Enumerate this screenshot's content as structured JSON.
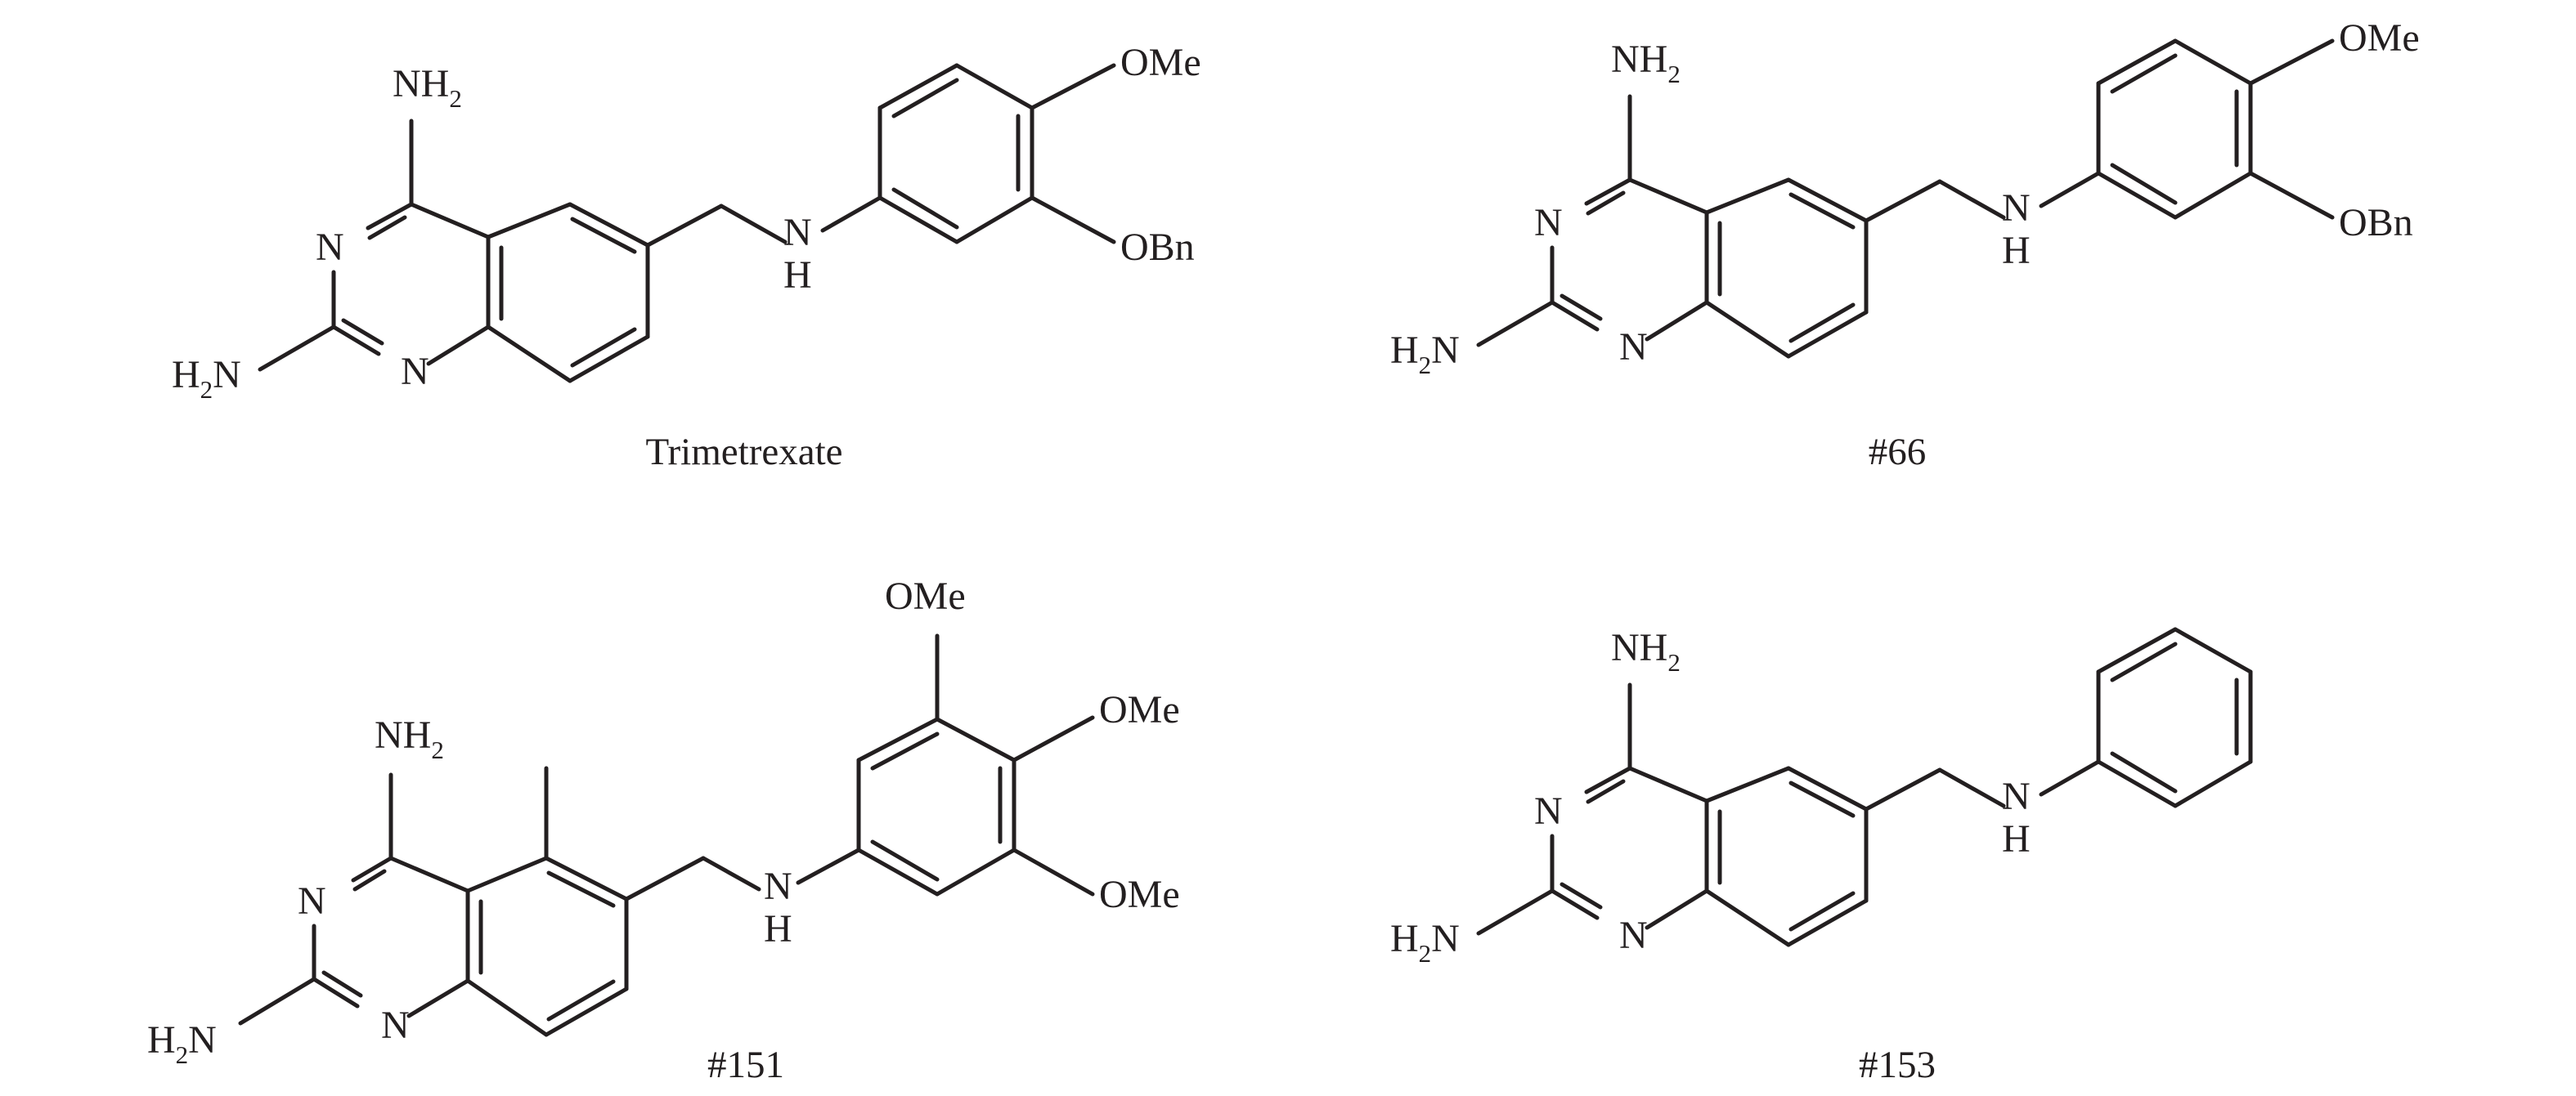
{
  "molecules": [
    {
      "caption": "Trimetrexate",
      "labels": {
        "amine_top": "NH",
        "amine_top_sub": "2",
        "ring_n_upper": "N",
        "ring_n_lower": "N",
        "amine_left": "H",
        "amine_left_sub": "2",
        "amine_left_tail": "N",
        "linker_n": "N",
        "linker_h": "H",
        "sub_top": "OMe",
        "sub_mid": "OBn"
      }
    },
    {
      "caption": "#66",
      "labels": {
        "amine_top": "NH",
        "amine_top_sub": "2",
        "ring_n_upper": "N",
        "ring_n_lower": "N",
        "amine_left": "H",
        "amine_left_sub": "2",
        "amine_left_tail": "N",
        "linker_n": "N",
        "linker_h": "H",
        "sub_top": "OMe",
        "sub_mid": "OBn"
      }
    },
    {
      "caption": "#151",
      "labels": {
        "amine_top": "NH",
        "amine_top_sub": "2",
        "ring_n_upper": "N",
        "ring_n_lower": "N",
        "amine_left": "H",
        "amine_left_sub": "2",
        "amine_left_tail": "N",
        "linker_n": "N",
        "linker_h": "H",
        "sub_top": "OMe",
        "sub_mid": "OMe",
        "sub_bottom": "OMe"
      }
    },
    {
      "caption": "#153",
      "labels": {
        "amine_top": "NH",
        "amine_top_sub": "2",
        "ring_n_upper": "N",
        "ring_n_lower": "N",
        "amine_left": "H",
        "amine_left_sub": "2",
        "amine_left_tail": "N",
        "linker_n": "N",
        "linker_h": "H"
      }
    }
  ]
}
